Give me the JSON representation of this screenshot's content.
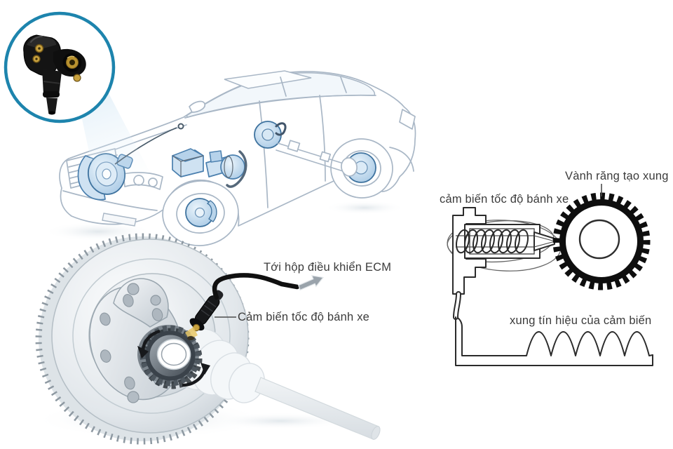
{
  "annotations": {
    "to_ecm": "Tới hộp điều khiển ECM",
    "hub_sensor": "Cảm biến tốc độ bánh xe",
    "section_sensor": "cảm biến tốc độ bánh xe",
    "tone_ring": "Vành răng tạo xung",
    "signal_pulse": "xung tín hiệu của cảm biến"
  },
  "diagram": {
    "signal_wave_cycles": 5,
    "tone_ring_teeth_right": 32,
    "tone_ring_teeth_hub": 22
  },
  "colors": {
    "background": "#ffffff",
    "text": "#3b3b3b",
    "callout_ring": "#1d84ad",
    "beam_blue": "#cfe5f4",
    "car_line": "#a9b7c6",
    "component_blue": "#cfe2f2",
    "component_blue_stroke": "#4a7fae",
    "ink": "#2b2b2b",
    "sensor_black": "#161616",
    "brass": "#c9a23f",
    "arrow_gray": "#9aa3ab"
  }
}
